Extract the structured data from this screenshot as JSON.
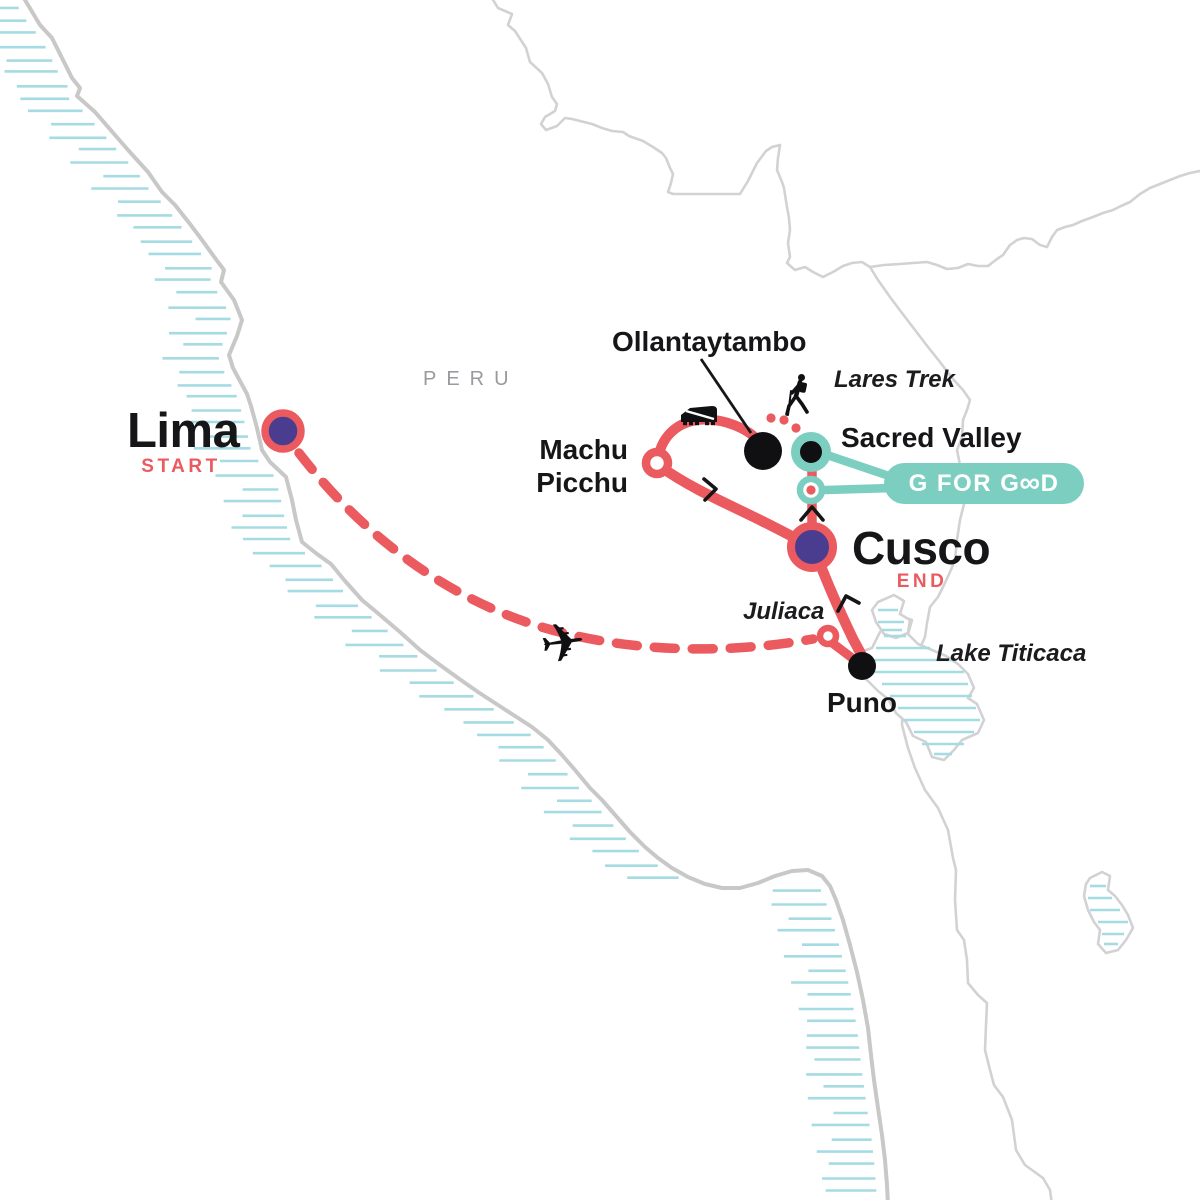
{
  "title": "Peru itinerary map",
  "country": {
    "label": "PERU"
  },
  "locations": {
    "lima": {
      "name": "Lima",
      "tag": "START"
    },
    "cusco": {
      "name": "Cusco",
      "tag": "END"
    },
    "machu_picchu": {
      "line1": "Machu",
      "line2": "Picchu"
    },
    "ollantaytambo": {
      "name": "Ollantaytambo"
    },
    "sacred_valley": {
      "name": "Sacred Valley"
    },
    "lares_trek": {
      "name": "Lares Trek"
    },
    "juliaca": {
      "name": "Juliaca"
    },
    "puno": {
      "name": "Puno"
    },
    "lake_titicaca": {
      "name": "Lake Titicaca"
    }
  },
  "badge": {
    "label": "G FOR GOOD",
    "prefix": "G FOR G",
    "infinity": "∞",
    "suffix": "D"
  },
  "icons": {
    "plane_glyph": "✈"
  },
  "colors": {
    "route_red": "#EA5A5F",
    "marker_purple": "#4A3D8F",
    "badge_teal": "#7CCFC0",
    "water_hatch": "#A5DBE2",
    "coast_gray": "#C8C8C8",
    "border_gray": "#D2D2D4",
    "text_black": "#161618",
    "country_gray": "#9A9A9E"
  }
}
